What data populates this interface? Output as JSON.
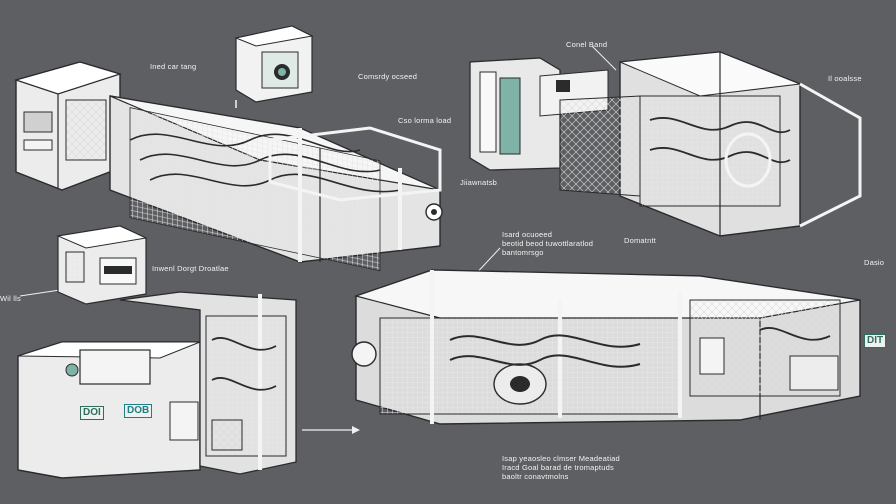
{
  "labels": {
    "top_left_machine": "Ined car tang",
    "top_center_control": "Comsrdy ocseed",
    "top_center_small": "Cso lorma load",
    "center_right": "Jiiawnatsb",
    "top_right_control": "Conel Band",
    "far_right_top": "Il ooalsse",
    "left_edge": "Wil lls",
    "mid_left_box": "Inwenl Dorgt Droatlae",
    "middle_note": [
      "Isard ocuoeed",
      "beotid beod tuwottlaratlod",
      "bantomrsgo"
    ],
    "middle_right": "Domatntt",
    "far_right_mid": "Dasio",
    "bottom_note": [
      "Isap yeaosleo clmser Meadeatiad",
      "Iracd Goal barad de tromaptuds",
      "baoltr conavtmolns"
    ]
  },
  "panel_tags": {
    "left_unit_a": "DOI",
    "left_unit_b": "DOB",
    "right_unit": "DIT"
  },
  "colors": {
    "background": "#5e5f62",
    "line_white": "#f4f4f4",
    "line_dark": "#2a2b2d",
    "screen_teal": "#7fb3a8",
    "panel_green": "#2f6e5e"
  },
  "icons": [
    "arrow-right-icon",
    "leader-line-icon"
  ]
}
